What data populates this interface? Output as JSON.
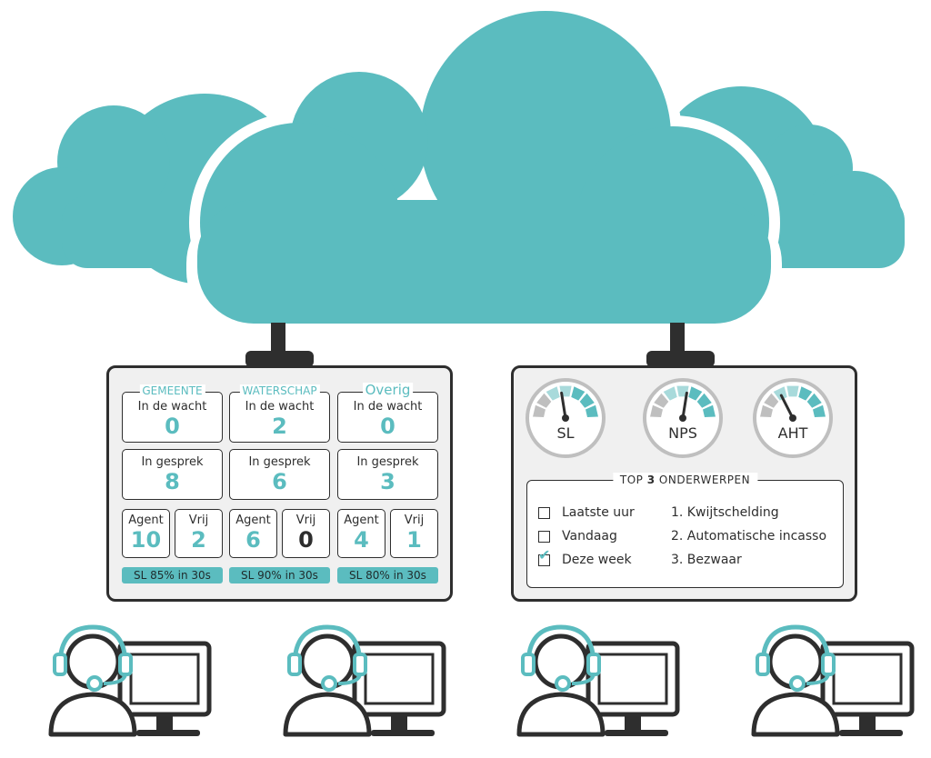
{
  "queues": [
    {
      "name": "GEMEENTE",
      "waiting_label": "In de wacht",
      "waiting": "0",
      "talking_label": "In gesprek",
      "talking": "8",
      "agent_label": "Agent",
      "agent": "10",
      "free_label": "Vrij",
      "free": "2",
      "service_level": "SL 85% in 30s"
    },
    {
      "name": "WATERSCHAP",
      "waiting_label": "In de wacht",
      "waiting": "2",
      "talking_label": "In gesprek",
      "talking": "6",
      "agent_label": "Agent",
      "agent": "6",
      "free_label": "Vrij",
      "free": "0",
      "service_level": "SL 90% in 30s"
    },
    {
      "name": "Overig",
      "waiting_label": "In de wacht",
      "waiting": "0",
      "talking_label": "In gesprek",
      "talking": "3",
      "agent_label": "Agent",
      "agent": "4",
      "free_label": "Vrij",
      "free": "1",
      "service_level": "SL 80% in 30s"
    }
  ],
  "gauges": [
    {
      "label": "SL",
      "level": 0.45
    },
    {
      "label": "NPS",
      "level": 0.55
    },
    {
      "label": "AHT",
      "level": 0.35
    }
  ],
  "topics": {
    "title_prefix": "TOP ",
    "title_number": "3",
    "title_suffix": " ONDERWERPEN",
    "filters": [
      {
        "label": "Laatste uur",
        "checked": false
      },
      {
        "label": "Vandaag",
        "checked": false
      },
      {
        "label": "Deze week",
        "checked": true
      }
    ],
    "items": [
      "1.  Kwijtschelding",
      "2.  Automatische incasso",
      "3.  Bezwaar"
    ]
  },
  "icons": {
    "cloud": "cloud-icon",
    "agent": "agent-headset-icon",
    "monitor": "monitor-icon",
    "gauge": "gauge-icon",
    "checkmark": "checkmark-icon"
  },
  "colors": {
    "teal": "#5bbcbf",
    "teal_light": "#a8dadb",
    "dark": "#2e2e2e",
    "gray": "#bfbfbf",
    "panel_bg": "#f0f0f0"
  }
}
